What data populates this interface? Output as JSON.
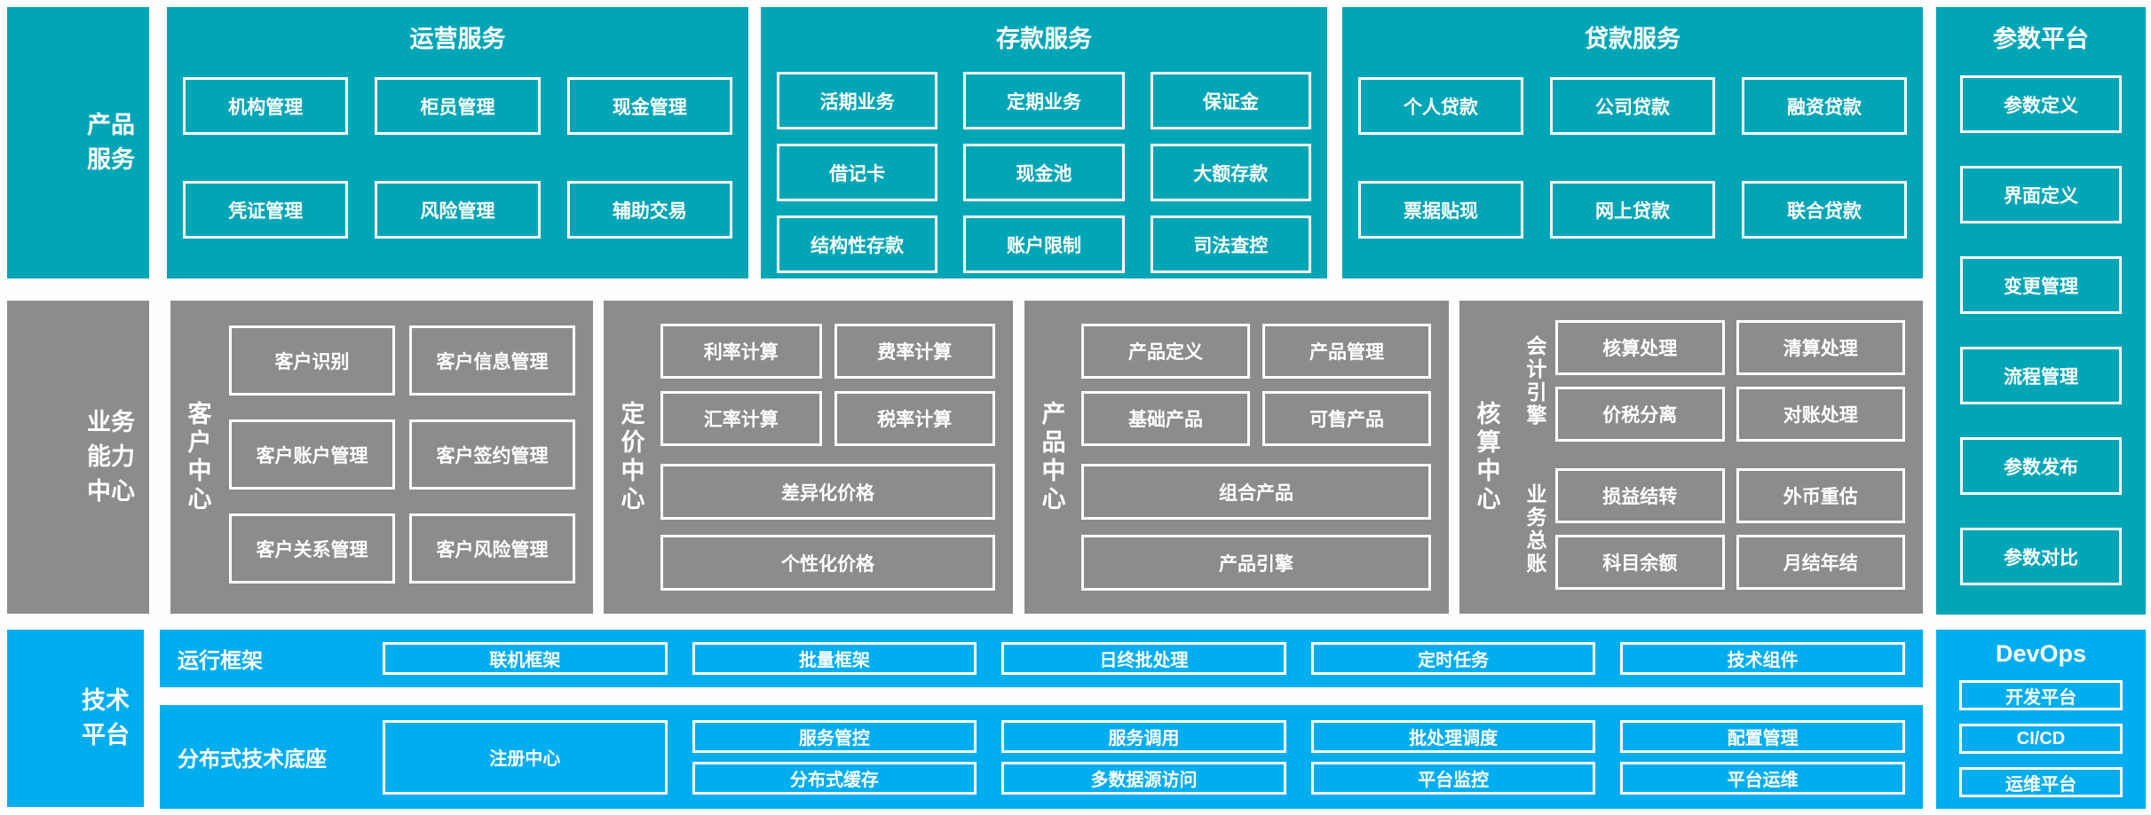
{
  "colors": {
    "teal": "#00a6b6",
    "gray": "#8c8c8c",
    "blue": "#00aeef",
    "box_border": "#ffffff",
    "text": "#ffffff"
  },
  "left_rail": {
    "product_services": "产品服务",
    "business_capability": "业务能力中心",
    "technology_platform": "技术平台"
  },
  "operation_services": {
    "title": "运营服务",
    "items": [
      "机构管理",
      "柜员管理",
      "现金管理",
      "凭证管理",
      "风险管理",
      "辅助交易"
    ]
  },
  "deposit_services": {
    "title": "存款服务",
    "items": [
      "活期业务",
      "定期业务",
      "保证金",
      "借记卡",
      "现金池",
      "大额存款",
      "结构性存款",
      "账户限制",
      "司法查控"
    ]
  },
  "loan_services": {
    "title": "贷款服务",
    "items": [
      "个人贷款",
      "公司贷款",
      "融资贷款",
      "票据贴现",
      "网上贷款",
      "联合贷款"
    ]
  },
  "parameter_platform": {
    "title": "参数平台",
    "items": [
      "参数定义",
      "界面定义",
      "变更管理",
      "流程管理",
      "参数发布",
      "参数对比"
    ]
  },
  "customer_center": {
    "label": "客户中心",
    "items": [
      "客户识别",
      "客户信息管理",
      "客户账户管理",
      "客户签约管理",
      "客户关系管理",
      "客户风险管理"
    ]
  },
  "pricing_center": {
    "label": "定价中心",
    "grid": [
      "利率计算",
      "费率计算",
      "汇率计算",
      "税率计算"
    ],
    "wide": [
      "差异化价格",
      "个性化价格"
    ]
  },
  "product_center": {
    "label": "产品中心",
    "grid": [
      "产品定义",
      "产品管理",
      "基础产品",
      "可售产品"
    ],
    "wide": [
      "组合产品",
      "产品引擎"
    ]
  },
  "accounting_center": {
    "label": "核算中心",
    "groups": [
      {
        "label": "会计引擎",
        "items": [
          "核算处理",
          "清算处理",
          "价税分离",
          "对账处理"
        ]
      },
      {
        "label": "业务总账",
        "items": [
          "损益结转",
          "外币重估",
          "科目余额",
          "月结年结"
        ]
      }
    ]
  },
  "run_framework": {
    "label": "运行框架",
    "items": [
      "联机框架",
      "批量框架",
      "日终批处理",
      "定时任务",
      "技术组件"
    ]
  },
  "distributed_base": {
    "label": "分布式技术底座",
    "registry": "注册中心",
    "row1": [
      "服务管控",
      "服务调用",
      "批处理调度",
      "配置管理"
    ],
    "row2": [
      "分布式缓存",
      "多数据源访问",
      "平台监控",
      "平台运维"
    ]
  },
  "devops": {
    "title": "DevOps",
    "items": [
      "开发平台",
      "CI/CD",
      "运维平台"
    ]
  }
}
